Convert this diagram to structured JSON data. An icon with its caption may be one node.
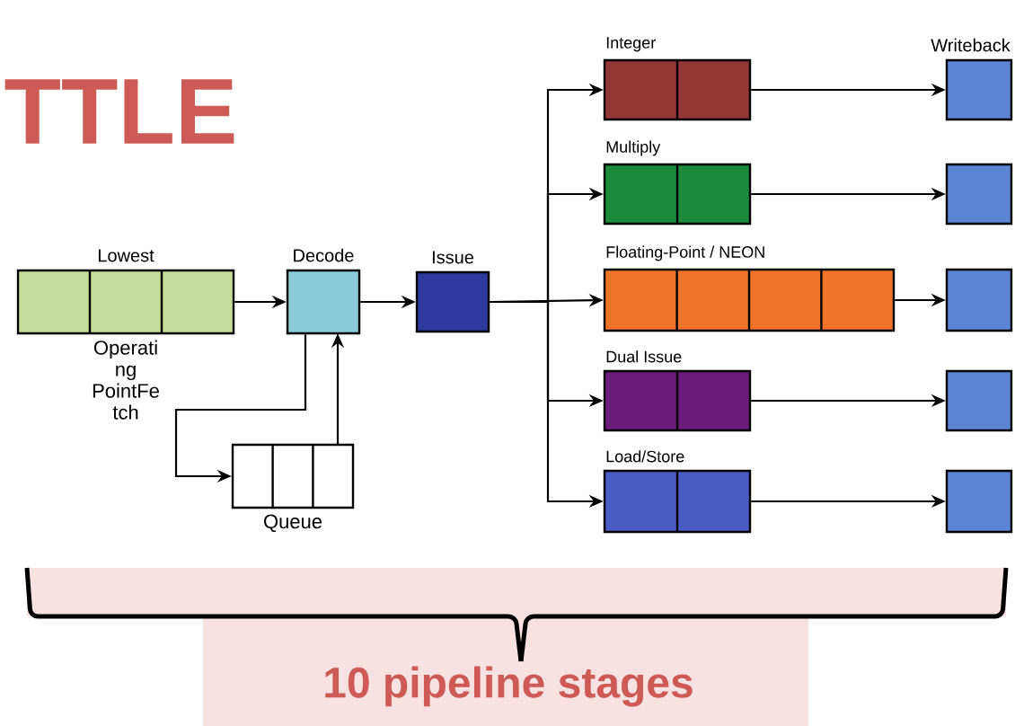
{
  "diagram": {
    "title": "TTLE",
    "nodes": [
      {
        "text": [
          "Lowest",
          "Operati ng PointFe tch"
        ]
      },
      {
        "text": [
          "Decode"
        ]
      },
      {
        "text": [
          "Issue"
        ]
      },
      {
        "text": [
          "Queue"
        ]
      },
      {
        "text": [
          "Integer"
        ]
      },
      {
        "text": [
          "Multiply"
        ]
      },
      {
        "text": [
          "Floating-Point / NEON"
        ]
      },
      {
        "text": [
          "Dual Issue"
        ]
      },
      {
        "text": [
          "Load/Store"
        ]
      },
      {
        "text": [
          "Writeback"
        ]
      },
      {
        "text": [],
        "shape": "box"
      },
      {
        "text": [],
        "shape": "box"
      },
      {
        "text": [],
        "shape": "box"
      },
      {
        "text": [],
        "shape": "box"
      }
    ],
    "edges": [
      {
        "from": 0,
        "to": 1,
        "arrow": "to"
      },
      {
        "from": 1,
        "to": 2,
        "arrow": "to"
      },
      {
        "from": 1,
        "to": 3,
        "arrow": "to"
      },
      {
        "from": 3,
        "to": 1,
        "arrow": "to"
      },
      {
        "from": 2,
        "to": 4,
        "arrow": "to"
      },
      {
        "from": 2,
        "to": 5,
        "arrow": "to"
      },
      {
        "from": 2,
        "to": 6,
        "arrow": "to"
      },
      {
        "from": 2,
        "to": 7,
        "arrow": "to"
      },
      {
        "from": 2,
        "to": 8,
        "arrow": "to"
      },
      {
        "from": 4,
        "to": 9,
        "arrow": "to"
      },
      {
        "from": 5,
        "to": 10,
        "arrow": "to"
      },
      {
        "from": 6,
        "to": 11,
        "arrow": "to"
      },
      {
        "from": 7,
        "to": 12,
        "arrow": "to"
      },
      {
        "from": 8,
        "to": 13,
        "arrow": "to"
      }
    ],
    "labels": [
      "10 pipeline stages"
    ]
  }
}
